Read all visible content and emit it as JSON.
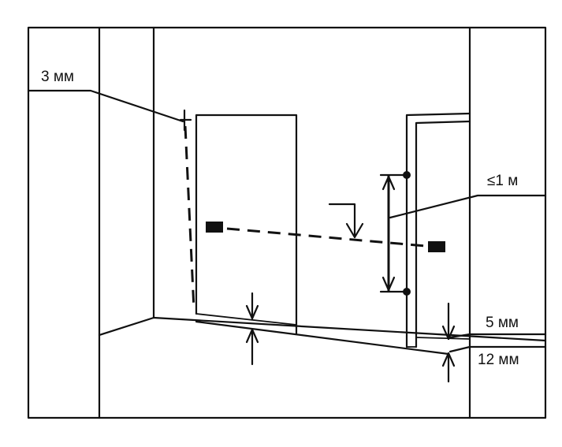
{
  "labels": {
    "top_left": "3 мм",
    "right_upper": "≤1 м",
    "right_mid": "5 мм",
    "right_lower": "12 мм"
  },
  "colors": {
    "line": "#111111",
    "background": "#ffffff"
  }
}
